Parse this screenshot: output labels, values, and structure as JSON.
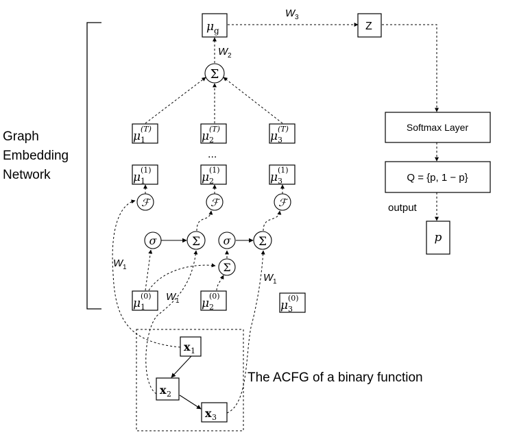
{
  "side_label": {
    "line1": "Graph",
    "line2": "Embedding",
    "line3": "Network"
  },
  "acfg_caption": "The ACFG of a binary function",
  "nodes": {
    "mu_g": "μ",
    "mu_g_sub": "g",
    "z": "Z",
    "softmax": "Softmax Layer",
    "q": "Q = {p, 1 − p}",
    "output": "output",
    "p": "p",
    "sum": "Σ",
    "sigma": "σ",
    "f": "ℱ",
    "mu": "μ",
    "ellipsis": "...",
    "x": "x",
    "mu_T_1_sub": "1",
    "mu_T_2_sub": "2",
    "mu_T_3_sub": "3",
    "mu_T_sup": "(T)",
    "mu_1_sup": "(1)",
    "mu_0_sup": "(0)",
    "x1_sub": "1",
    "x2_sub": "2",
    "x3_sub": "3"
  },
  "weights": {
    "w": "W",
    "w1_sub": "1",
    "w2_sub": "2",
    "w3_sub": "3"
  }
}
